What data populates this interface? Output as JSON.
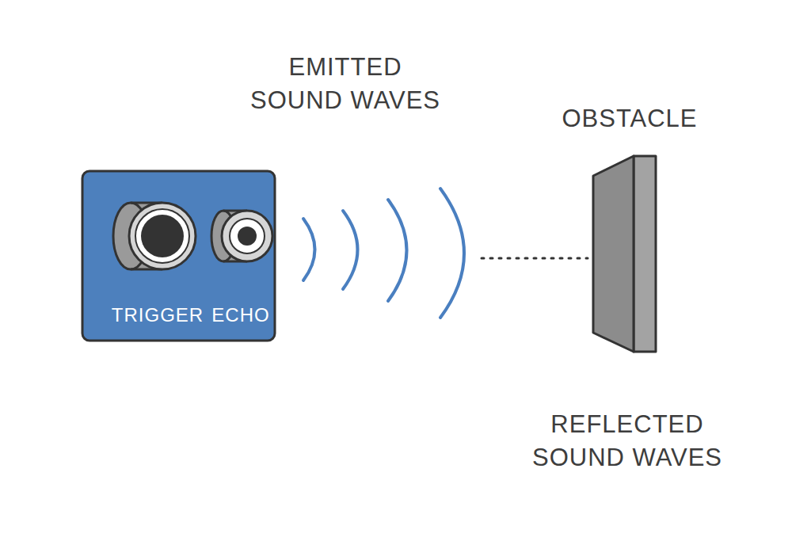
{
  "diagram": {
    "nodes": [
      {
        "text": [
          "TRIGGER",
          "ECHO"
        ]
      },
      {
        "text": [
          "OBSTACLE"
        ]
      }
    ],
    "labels": [
      "EMITTED SOUND WAVES",
      "REFLECTED SOUND WAVES"
    ]
  }
}
